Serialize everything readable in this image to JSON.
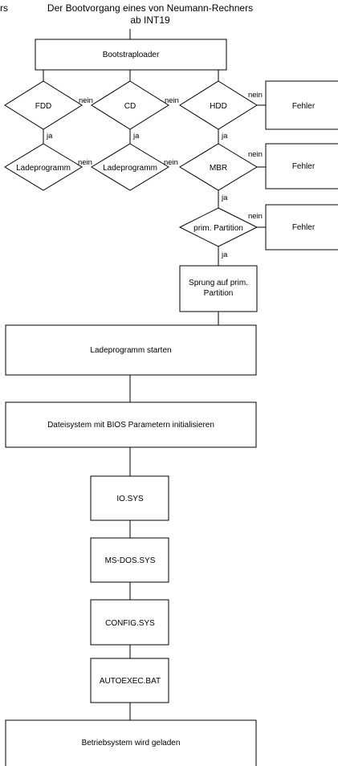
{
  "title": {
    "line1": "Der Bootvorgang eines von Neumann-Rechners",
    "line2": "ab INT19",
    "fragment": "rs"
  },
  "nodes": {
    "bootstrap": "Bootstraploader",
    "fdd": "FDD",
    "cd": "CD",
    "hdd": "HDD",
    "fehler1": "Fehler",
    "lade1": "Ladeprogramm",
    "lade2": "Ladeprogramm",
    "mbr": "MBR",
    "fehler2": "Fehler",
    "prim": "prim. Partition",
    "fehler3": "Fehler",
    "sprung_line1": "Sprung auf prim.",
    "sprung_line2": "Partition",
    "start": "Ladeprogramm starten",
    "dateisystem": "Dateisystem mit BIOS Parametern initialisieren",
    "iosys": "IO.SYS",
    "msdos": "MS-DOS.SYS",
    "config": "CONFIG.SYS",
    "autoexec": "AUTOEXEC.BAT",
    "betrieb": "Betriebsystem wird geladen"
  },
  "edge_labels": {
    "fdd_cd": "nein",
    "cd_hdd": "nein",
    "hdd_fehler": "nein",
    "fdd_lade": "ja",
    "cd_lade": "ja",
    "hdd_mbr": "ja",
    "lade1_lade2": "nein",
    "lade2_mbr": "nein",
    "mbr_fehler": "nein",
    "mbr_prim": "ja",
    "prim_fehler": "nein",
    "prim_sprung": "ja"
  }
}
